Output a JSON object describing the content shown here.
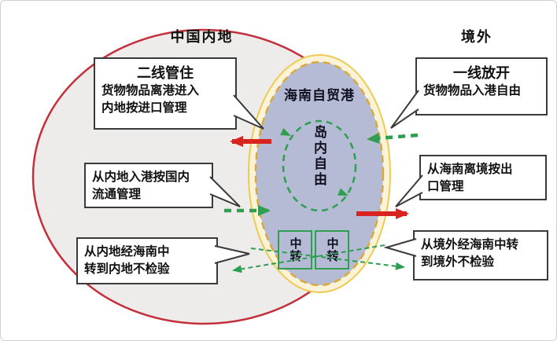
{
  "regions": {
    "mainland_label": "中国内地",
    "overseas_label": "境外"
  },
  "port": {
    "title": "海南自贸港",
    "inner_freedom": "岛内自由",
    "transit_left": "中转",
    "transit_right": "中转"
  },
  "callouts": {
    "second_line": {
      "title": "二线管住",
      "line1": "货物物品离港进入",
      "line2": "内地按进口管理"
    },
    "domestic_flow": {
      "line1": "从内地入港按国内",
      "line2": "流通管理"
    },
    "mainland_transit": {
      "line1": "从内地经海南中",
      "line2": "转到内地不检验"
    },
    "first_line": {
      "title": "一线放开",
      "line1": "货物物品入港自由"
    },
    "export_control": {
      "line1": "从海南离境按出",
      "line2": "口管理"
    },
    "overseas_transit": {
      "line1": "从境外经海南中转",
      "line2": "到境外不检验"
    }
  },
  "colors": {
    "mainland_border": "#c3303c",
    "mainland_fill": "#edecea",
    "port_fill": "#b5bbd4",
    "port_ring_outer": "#ecca54",
    "port_ring_inner": "#d9a93c",
    "green_arrow": "#2f9e50",
    "red_arrow": "#d8231f",
    "callout_border": "#3a3a3a"
  }
}
